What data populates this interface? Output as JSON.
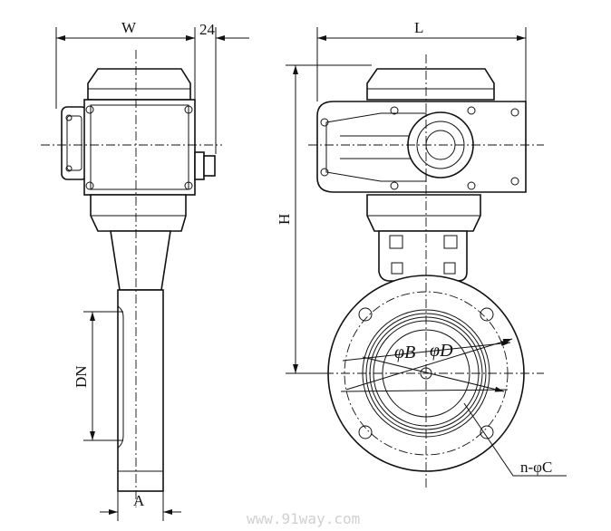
{
  "drawing": {
    "labels": {
      "width": "W",
      "offset": "24",
      "length": "L",
      "height": "H",
      "nominal_diameter": "DN",
      "body_width": "A",
      "diameter_b": "φB",
      "diameter_d": "φD",
      "bolt_holes": "n-φC"
    },
    "watermark": "www.91way.com"
  }
}
